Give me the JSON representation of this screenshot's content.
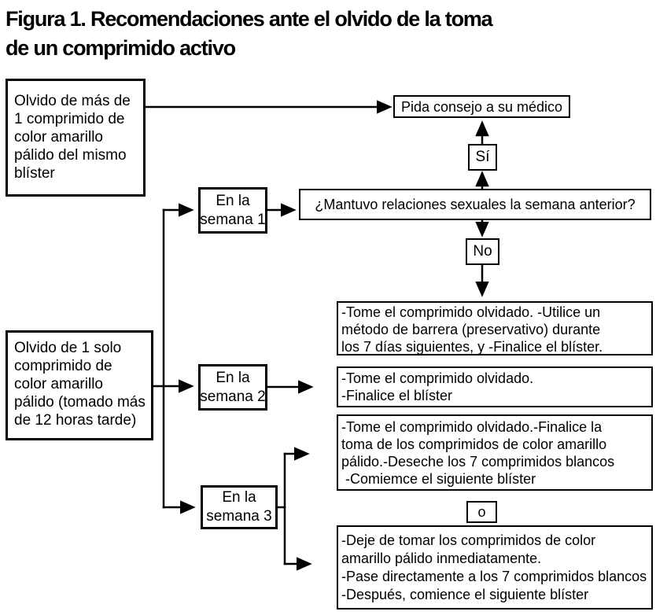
{
  "title": "Figura 1. Recomendaciones ante el olvido de la toma\nde un comprimido activo",
  "colors": {
    "line": "#000000",
    "box_border": "#000000",
    "box_background": "#ffffff",
    "text": "#000000"
  },
  "nodes": {
    "olvido_multi": {
      "text": "Olvido de más de\n1 comprimido de\ncolor amarillo\npálido del mismo\nblíster"
    },
    "pida_consejo": {
      "text": "Pida consejo a su médico"
    },
    "si": {
      "text": "Sí"
    },
    "semana1": {
      "text": "En la\nsemana 1"
    },
    "pregunta": {
      "text": "¿Mantuvo relaciones sexuales la semana anterior?"
    },
    "no": {
      "text": "No"
    },
    "resultado_semana1": {
      "text": "-Tome el comprimido olvidado. -Utilice un\nmétodo de barrera (preservativo) durante\nlos 7 días siguientes, y -Finalice el blíster."
    },
    "olvido_uno": {
      "text": "Olvido de 1 solo\ncomprimido de\ncolor amarillo\npálido (tomado más\nde 12 horas tarde)"
    },
    "semana2": {
      "text": "En la\nsemana 2"
    },
    "resultado_semana2": {
      "text": "-Tome el comprimido olvidado.\n-Finalice el blíster"
    },
    "resultado_semana3_a": {
      "text": "-Tome el comprimido olvidado.-Finalice la\ntoma de los comprimidos de color amarillo\npálido.-Deseche los 7 comprimidos blancos\n -Comiemce el siguiente blíster"
    },
    "o": {
      "text": "o"
    },
    "semana3": {
      "text": "En la\nsemana 3"
    },
    "resultado_semana3_b": {
      "text": "-Deje de tomar los comprimidos de color\namarillo pálido inmediatamente.\n-Pase directamente a los 7 comprimidos blancos\n-Después, comience el siguiente blíster"
    }
  }
}
